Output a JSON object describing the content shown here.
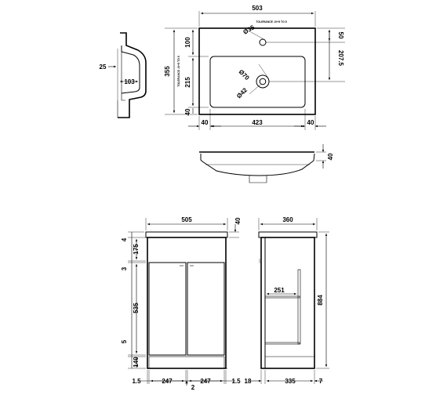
{
  "basin_top": {
    "width": "503",
    "tolerance_top": "TOLERANCE -0/+5 TO 5",
    "tolerance_side": "TOLERANCE -0/+5 TO 5",
    "tap_hole": "Ø35",
    "tap_offset": "50",
    "depth_to_waste": "207.5",
    "depth_total": "355",
    "depth_top_margin": "100",
    "depth_bowl": "215",
    "depth_bottom_margin": "40",
    "waste_outer": "Ø70",
    "waste_inner": "Ø42",
    "left_margin": "40",
    "bowl_width": "423",
    "right_margin": "40"
  },
  "basin_section": {
    "rim_height": "25",
    "bowl_depth": "103"
  },
  "basin_front": {
    "thickness": "40"
  },
  "cabinet_front": {
    "width": "505",
    "top_thickness": "40",
    "top_gap": "4",
    "drawer_height": "175",
    "mid_gap": "3",
    "door_height": "535",
    "bottom_gap": "5",
    "plinth": "140",
    "side_left": "1.5",
    "door_left": "247",
    "door_gap": "2",
    "door_right": "247",
    "side_right": "1.5"
  },
  "cabinet_side": {
    "depth": "360",
    "shelf_depth": "251",
    "height": "884",
    "back_offset": "18",
    "body_depth": "335",
    "front_offset": "7"
  }
}
